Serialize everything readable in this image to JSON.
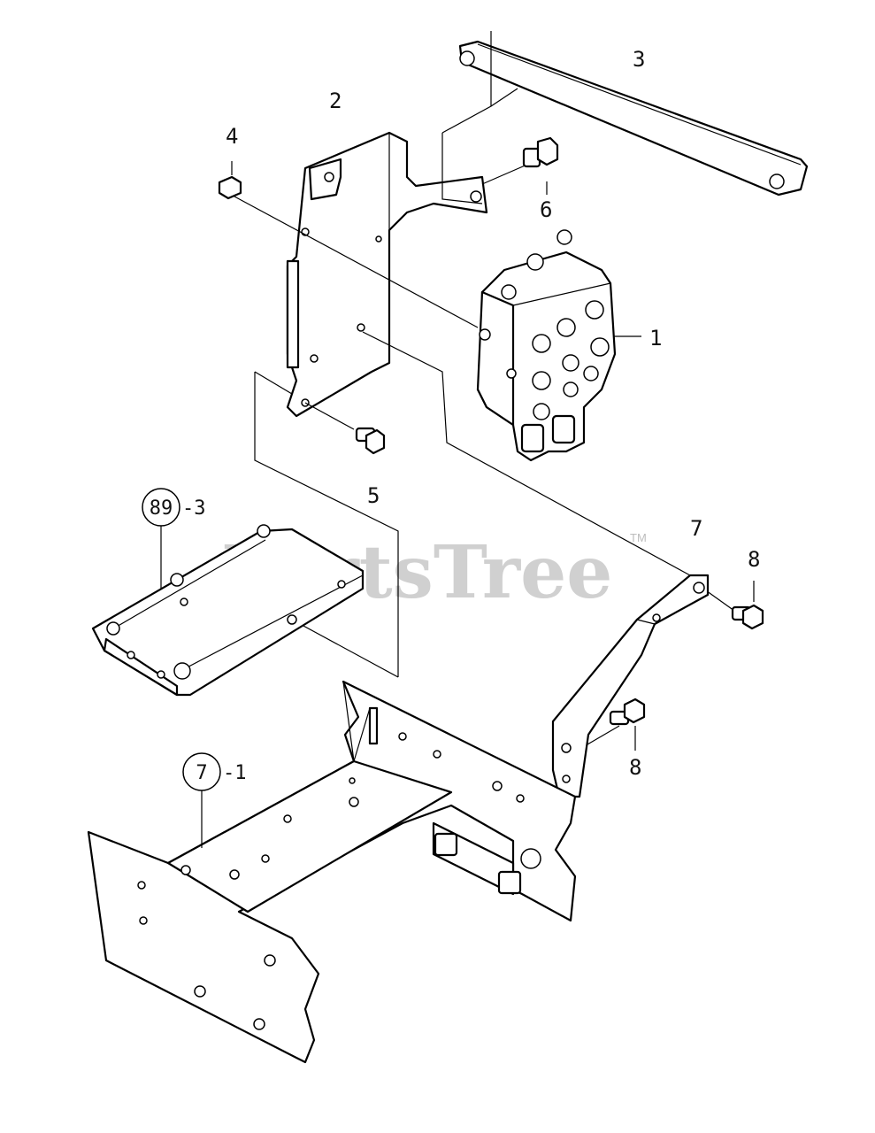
{
  "callouts": {
    "c1": "1",
    "c2": "2",
    "c3": "3",
    "c4": "4",
    "c5": "5",
    "c6": "6",
    "c7": "7",
    "c8a": "8",
    "c8b": "8"
  },
  "references": {
    "ref89_circle": "89",
    "ref89_suffix": "-3",
    "ref7_circle": "7",
    "ref7_suffix": "-1"
  },
  "watermark": {
    "text": "PartsTree",
    "tm": "TM"
  }
}
